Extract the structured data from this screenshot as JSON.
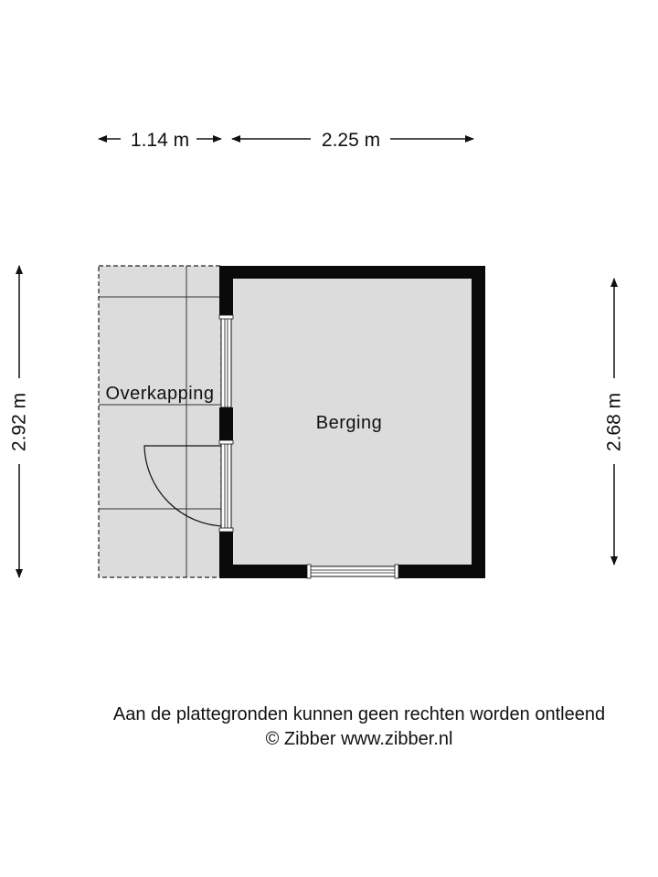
{
  "dimensions": {
    "top_left": "1.14 m",
    "top_right": "2.25 m",
    "left": "2.92 m",
    "right": "2.68 m"
  },
  "rooms": {
    "overkapping": "Overkapping",
    "berging": "Berging"
  },
  "footer": {
    "disclaimer": "Aan de plattegronden kunnen geen rechten worden ontleend",
    "copyright": "© Zibber www.zibber.nl"
  },
  "colors": {
    "wall": "#0a0a0a",
    "floor": "#dcdcdc",
    "background": "#ffffff"
  }
}
